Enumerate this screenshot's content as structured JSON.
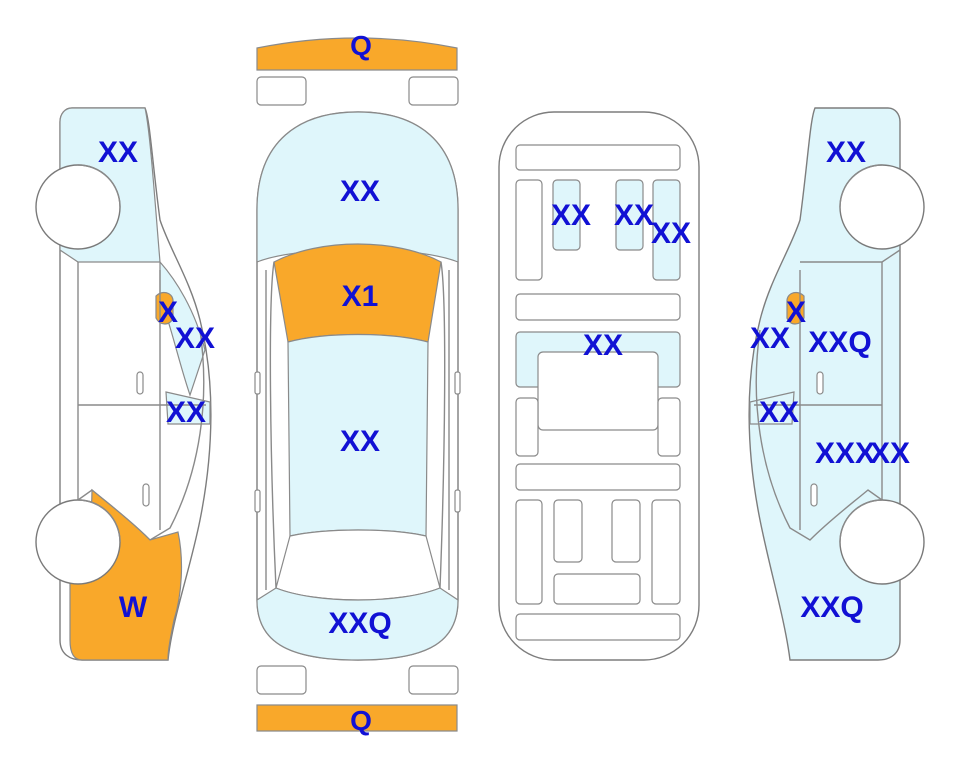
{
  "colors": {
    "clean": "#dff6fb",
    "damaged": "#f9a82a",
    "outline": "#8a8a8a",
    "label": "#1111d4"
  },
  "labels": {
    "front_bumper": "Q",
    "rear_bumper": "Q",
    "hood": "XX",
    "windshield": "X1",
    "roof": "XX",
    "trunk": "XXQ",
    "left_front_fender": "XX",
    "left_mirror": "X",
    "left_a_pillar": "XX",
    "left_front_door": "XX",
    "left_rear_quarter": "W",
    "int_front_left": "XX",
    "int_front_mid": "XX",
    "int_front_right": "XX",
    "int_center": "XX",
    "right_front_fender": "XX",
    "right_mirror": "X",
    "right_a_pillar": "XX",
    "right_front_door": "XXQ",
    "right_window": "XX",
    "right_rear_door_a": "XXX",
    "right_rear_door_b": "XX",
    "right_rear_quarter": "XXQ"
  }
}
